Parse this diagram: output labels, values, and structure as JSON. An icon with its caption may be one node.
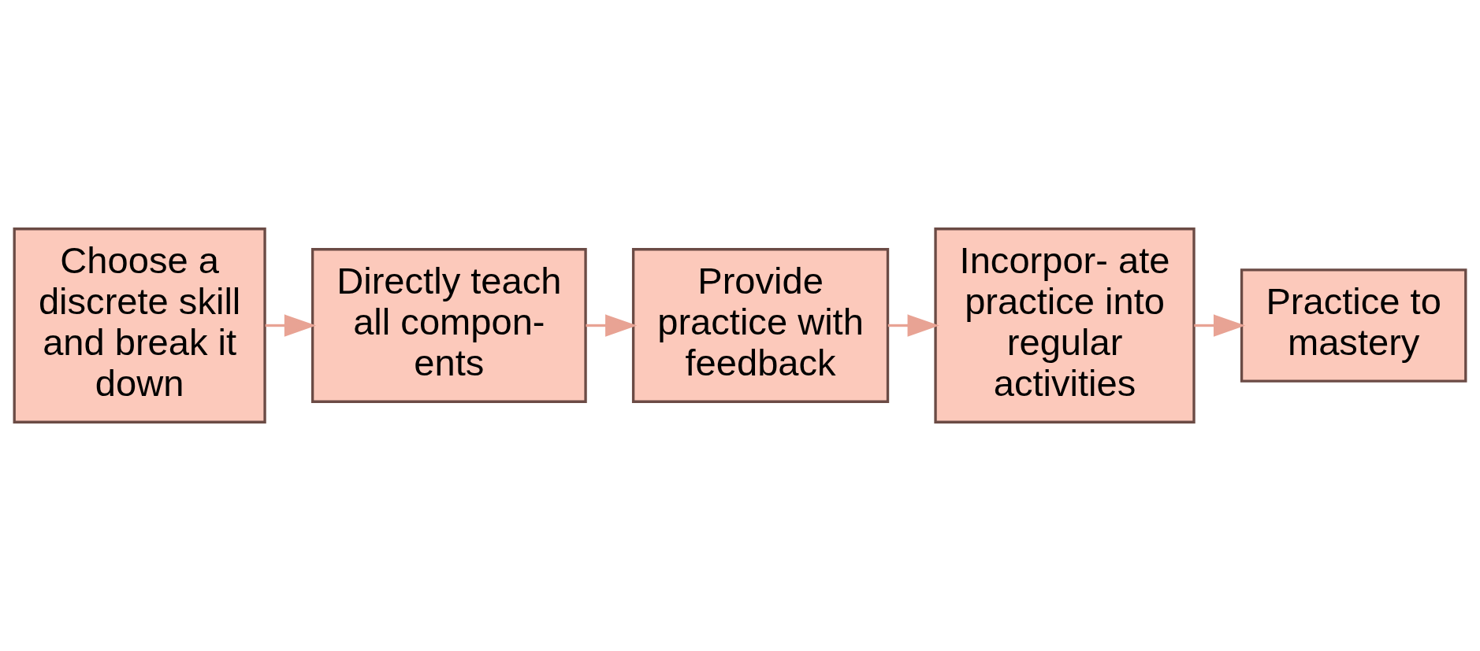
{
  "diagram": {
    "nodes": [
      {
        "text": [
          "Choose a discrete skill and break it down"
        ]
      },
      {
        "text": [
          "Directly teach all compon- ents"
        ]
      },
      {
        "text": [
          "Provide practice with feedback"
        ]
      },
      {
        "text": [
          "Incorpor- ate practice into regular activities"
        ]
      },
      {
        "text": [
          "Practice to mastery"
        ]
      }
    ],
    "edges": [
      {
        "from": 0,
        "to": 1,
        "arrow": "to"
      },
      {
        "from": 1,
        "to": 2,
        "arrow": "to"
      },
      {
        "from": 2,
        "to": 3,
        "arrow": "to"
      },
      {
        "from": 3,
        "to": 4,
        "arrow": "to"
      }
    ]
  }
}
